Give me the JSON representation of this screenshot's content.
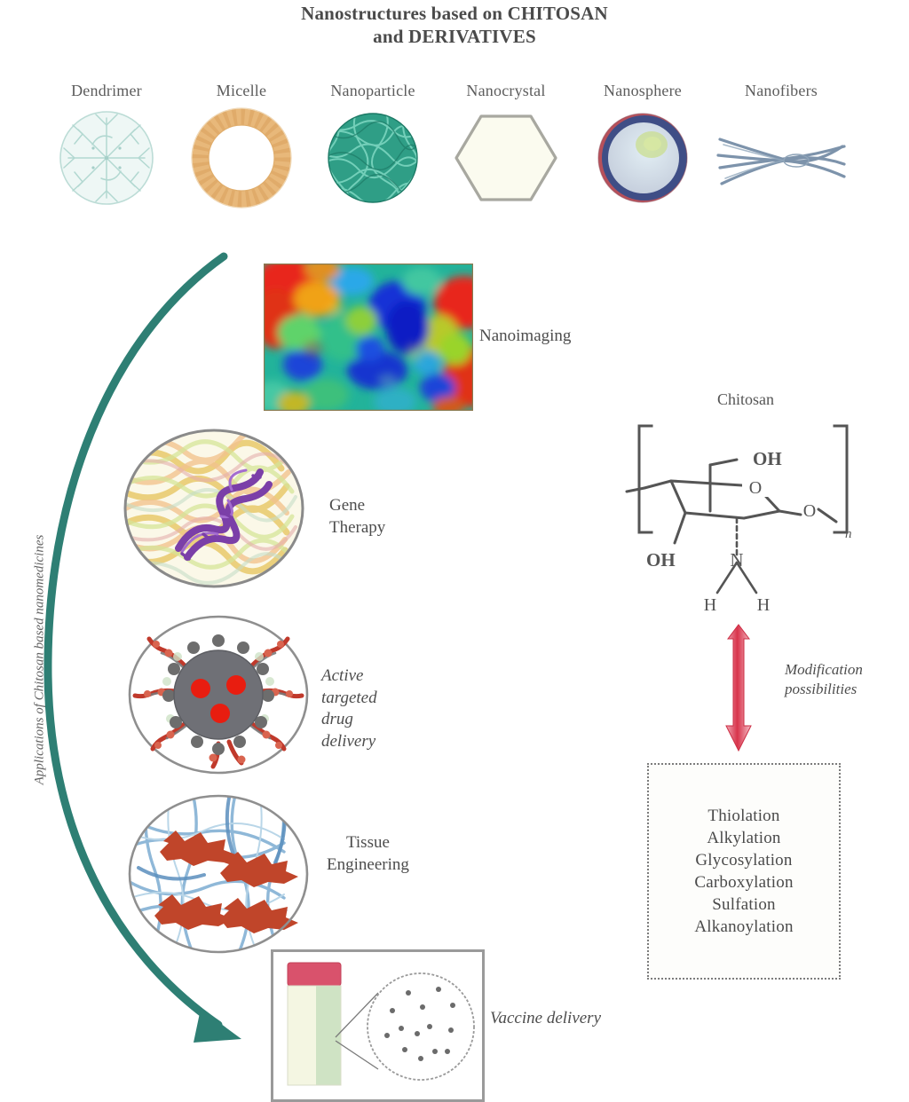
{
  "figure": {
    "title_line1": "Nanostructures based on CHITOSAN",
    "title_line2": "and DERIVATIVES",
    "vertical_caption": "Applications of Chitosan based nanomedicines"
  },
  "nanostructures": [
    {
      "label": "Dendrimer",
      "icon": "dendrimer-icon",
      "color": "#cfe6e2"
    },
    {
      "label": "Micelle",
      "icon": "micelle-icon",
      "color": "#e8b87a"
    },
    {
      "label": "Nanoparticle",
      "icon": "nanoparticle-icon",
      "color": "#2f9e86"
    },
    {
      "label": "Nanocrystal",
      "icon": "nanocrystal-icon",
      "color": "#fbfbf0"
    },
    {
      "label": "Nanosphere",
      "icon": "nanosphere-icon",
      "color": "#3f4e86"
    },
    {
      "label": "Nanofibers",
      "icon": "nanofibers-icon",
      "color": "#7d93ab"
    }
  ],
  "applications": [
    {
      "label": "Nanoimaging",
      "icon": "nanoimaging-heatmap",
      "italic": false
    },
    {
      "label": "Gene Therapy",
      "icon": "gene-therapy-circle",
      "italic": false
    },
    {
      "label": "Active targeted\ndrug delivery",
      "icon": "active-targeting-circle",
      "italic": true
    },
    {
      "label": "Tissue\nEngineering",
      "icon": "tissue-engineering-circle",
      "italic": false
    },
    {
      "label": "Vaccine delivery",
      "icon": "vaccine-vial-panel",
      "italic": true
    }
  ],
  "chitosan": {
    "title": "Chitosan",
    "atoms": {
      "oh_top": "OH",
      "oh_left": "OH",
      "o_ring": "O",
      "o_link": "O",
      "n": "N",
      "h_left": "H",
      "h_right": "H",
      "subscript": "n"
    }
  },
  "modification": {
    "arrow_label_line1": "Modification",
    "arrow_label_line2": "possibilities",
    "items": [
      "Thiolation",
      "Alkylation",
      "Glycosylation",
      "Carboxylation",
      "Sulfation",
      "Alkanoylation"
    ]
  },
  "colors": {
    "teal_arrow": "#2e7f74",
    "red_arrow": "#d8344b",
    "title_text": "#4a4a4a",
    "vial_cap": "#d9526c",
    "vial_body": "#cfe3c4"
  }
}
